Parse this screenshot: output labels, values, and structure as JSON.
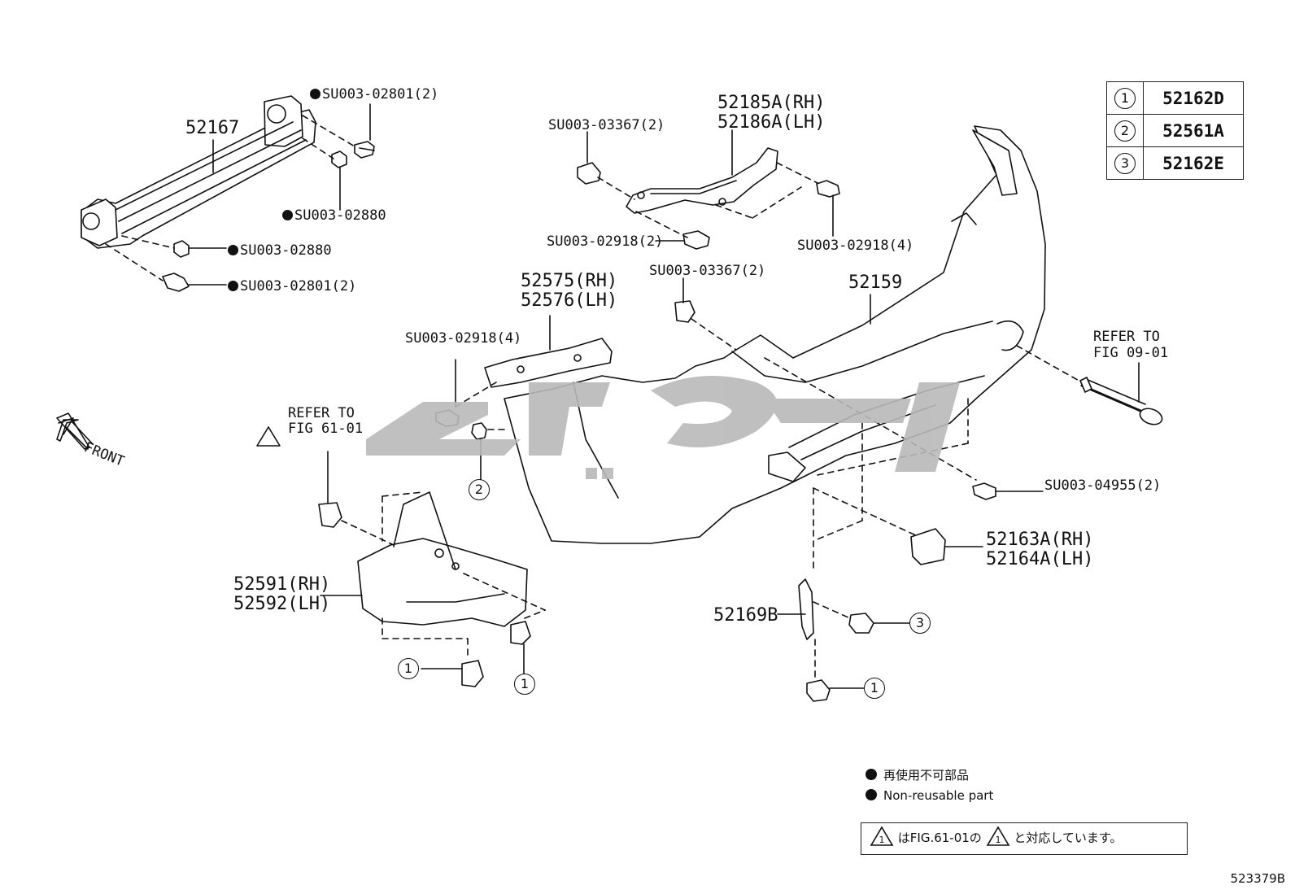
{
  "key_table": [
    {
      "num": "1",
      "part": "52162D"
    },
    {
      "num": "2",
      "part": "52561A"
    },
    {
      "num": "3",
      "part": "52162E"
    }
  ],
  "labels": {
    "p52167": "52167",
    "su_02801_top": "SU003-02801(2)",
    "su_02880_a": "SU003-02880",
    "su_02880_b": "SU003-02880",
    "su_02801_bottom": "SU003-02801(2)",
    "su_03367_a": "SU003-03367(2)",
    "p52185a": "52185A(RH)",
    "p52186a": "52186A(LH)",
    "su_02918_a": "SU003-02918(2)",
    "su_02918_b": "SU003-02918(4)",
    "su_03367_b": "SU003-03367(2)",
    "p52159": "52159",
    "p52575": "52575(RH)",
    "p52576": "52576(LH)",
    "su_02918_c": "SU003-02918(4)",
    "refer_left_1": "REFER TO",
    "refer_left_2": "FIG 61-01",
    "refer_right_1": "REFER TO",
    "refer_right_2": "FIG 09-01",
    "front": "FRONT",
    "su_04955": "SU003-04955(2)",
    "p52163a": "52163A(RH)",
    "p52164a": "52164A(LH)",
    "p52591": "52591(RH)",
    "p52592": "52592(LH)",
    "p52169b": "52169B"
  },
  "callouts": {
    "c1_left": "1",
    "c1_mid": "1",
    "c2": "2",
    "c3": "3",
    "c1_right": "1"
  },
  "legend": {
    "jp": "再使用不可部品",
    "en": "Non-reusable part"
  },
  "note": {
    "part1": "はFIG.61-01の",
    "part2": "と対応しています。",
    "triangle_num": "1"
  },
  "diagram_code": "523379B",
  "colors": {
    "line": "#111111",
    "watermark": "#b9b9b9"
  }
}
